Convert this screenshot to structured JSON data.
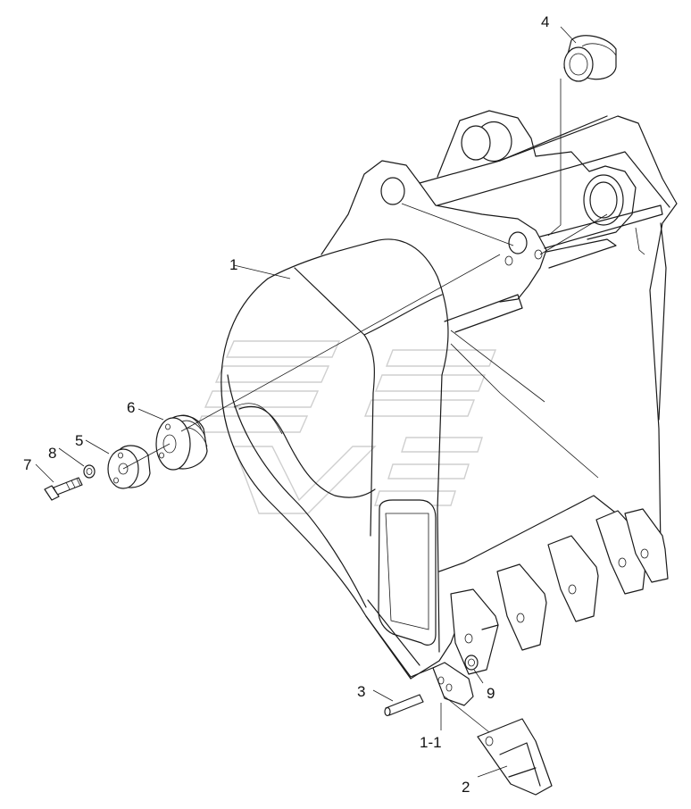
{
  "callouts": [
    {
      "id": "c1",
      "text": "1"
    },
    {
      "id": "c11",
      "text": "1-1"
    },
    {
      "id": "c2",
      "text": "2"
    },
    {
      "id": "c3",
      "text": "3"
    },
    {
      "id": "c4",
      "text": "4"
    },
    {
      "id": "c5",
      "text": "5"
    },
    {
      "id": "c6",
      "text": "6"
    },
    {
      "id": "c7",
      "text": "7"
    },
    {
      "id": "c8",
      "text": "8"
    },
    {
      "id": "c9",
      "text": "9"
    }
  ],
  "colors": {
    "line": "#1a1a1a",
    "background": "#ffffff",
    "watermark": "#cfcfcf"
  }
}
